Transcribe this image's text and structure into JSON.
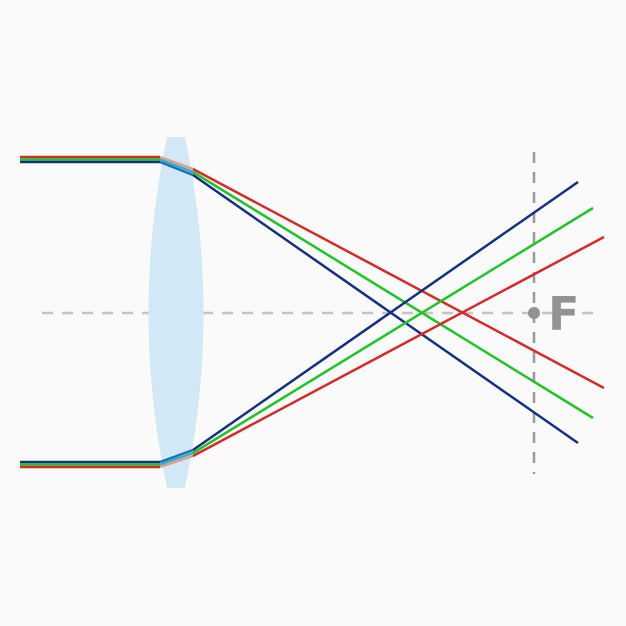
{
  "diagram": {
    "focal_point_label": "F",
    "colors": {
      "background": "#fafafa",
      "lens": "#d2e8f4",
      "axis": "#c4c4c4",
      "focal_plane": "#9a9a9a",
      "focal_label": "#929292",
      "red_ray": "#d42a2a",
      "green_ray": "#22c22a",
      "blue_ray": "#15307f",
      "red_in_lens": "#e89a8c",
      "green_in_lens": "#2ab3c4",
      "blue_in_lens": "#1f6fb5"
    },
    "rays": [
      "red",
      "green",
      "blue"
    ]
  }
}
